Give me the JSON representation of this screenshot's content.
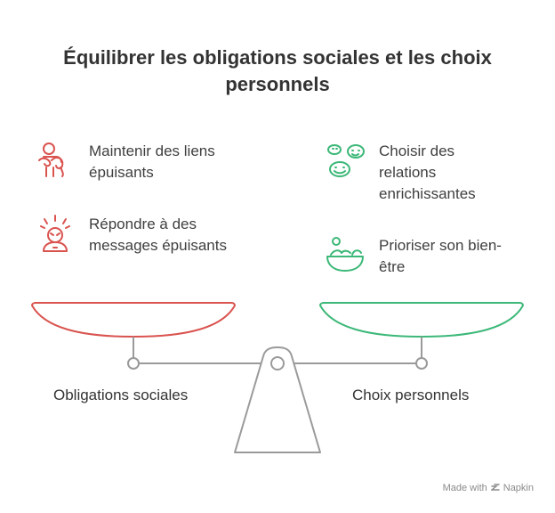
{
  "title": "Équilibrer les obligations sociales et les choix personnels",
  "left": {
    "caption": "Obligations sociales",
    "color": "#d9534f",
    "items": [
      {
        "label": "Maintenir des liens épuisants",
        "icon": "tangled-person-icon"
      },
      {
        "label": "Répondre à des messages épuisants",
        "icon": "stressed-person-icon"
      }
    ]
  },
  "right": {
    "caption": "Choix personnels",
    "color": "#3cb878",
    "items": [
      {
        "label": "Choisir des relations enrichissantes",
        "icon": "happy-faces-icon"
      },
      {
        "label": "Prioriser son bien-être",
        "icon": "self-care-bowl-icon"
      }
    ]
  },
  "footer": {
    "made_with": "Made with",
    "brand": "Napkin"
  }
}
